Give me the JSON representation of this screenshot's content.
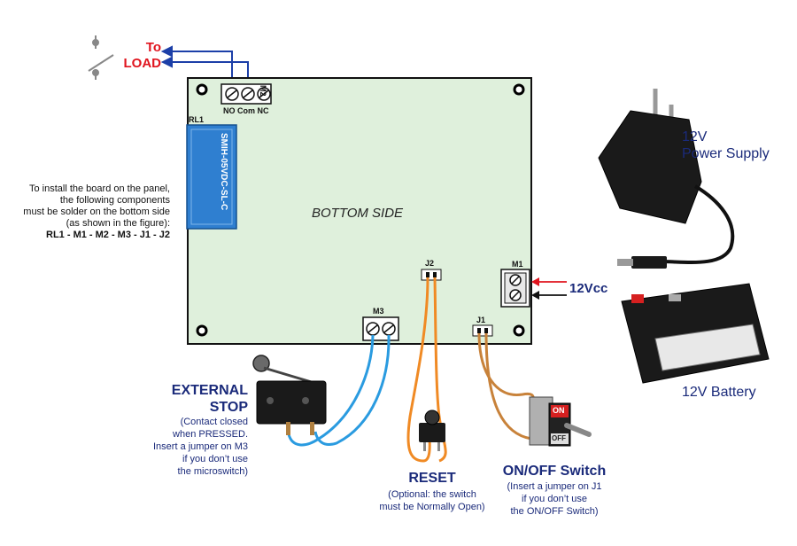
{
  "load": {
    "to": "To",
    "load": "LOAD"
  },
  "board": {
    "title": "BOTTOM SIDE",
    "relay_ref": "RL1",
    "relay_part": "SMIH-05VDC-SL-C",
    "m2_label": "M2",
    "m2_pins": "NO Com NC",
    "m1_label": "M1",
    "m3_label": "M3",
    "j1_label": "J1",
    "j2_label": "J2"
  },
  "install_note": {
    "lines": [
      "To install the board on the panel,",
      "the following components",
      "must be solder on the bottom side",
      "(as shown in the figure):"
    ],
    "components": "RL1 - M1 - M2 - M3 - J1 - J2"
  },
  "power": {
    "supply_line1": "12V",
    "supply_line2": "Power Supply",
    "battery": "12V Battery",
    "voltage": "12Vcc"
  },
  "external_stop": {
    "title_line1": "EXTERNAL",
    "title_line2": "STOP",
    "note": [
      "(Contact closed",
      "when PRESSED.",
      "Insert a jumper on M3",
      "if you don’t use",
      "the microswitch)"
    ]
  },
  "reset": {
    "title": "RESET",
    "note_line1": "(Optional: the switch",
    "note_line2": "must be Normally Open)"
  },
  "onoff": {
    "title": "ON/OFF Switch",
    "note": [
      "(Insert a jumper on J1",
      "if you don’t use",
      "the ON/OFF Switch)"
    ],
    "switch_on": "ON",
    "switch_off": "OFF"
  },
  "colors": {
    "board": "#dff0dc",
    "blue_wire": "#2a9be0",
    "orange_wire": "#f08a24",
    "brown_wire": "#c8823a",
    "red_text": "#e0141e",
    "navy_text": "#1a2a7a",
    "relay_blue": "#2f7fd0"
  }
}
